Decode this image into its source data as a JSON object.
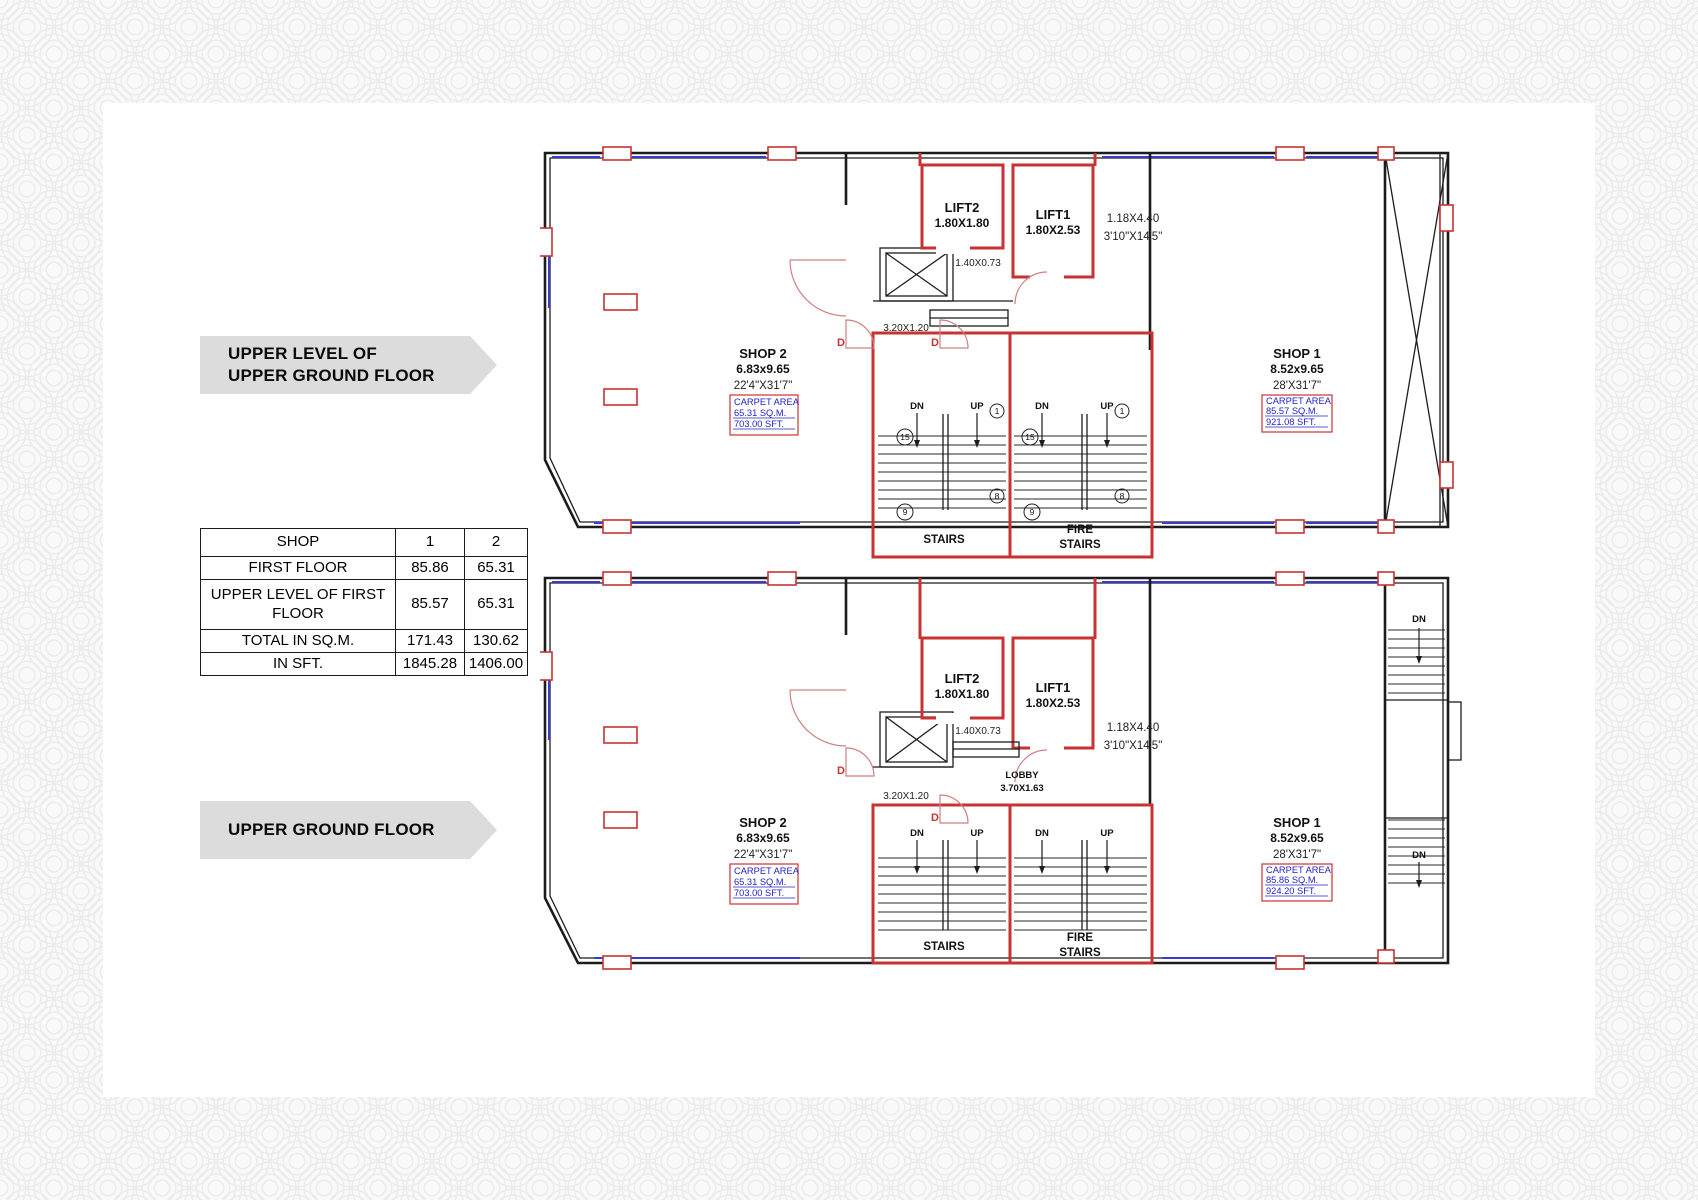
{
  "banners": {
    "upper_level": {
      "line1": "UPPER LEVEL OF",
      "line2": "UPPER GROUND FLOOR"
    },
    "upper_ground": {
      "line1": "UPPER GROUND FLOOR"
    }
  },
  "area_table": {
    "header": {
      "c0": "SHOP",
      "c1": "1",
      "c2": "2"
    },
    "rows": [
      {
        "c0": "FIRST FLOOR",
        "c1": "85.86",
        "c2": "65.31"
      },
      {
        "c0": "UPPER LEVEL OF FIRST FLOOR",
        "c1": "85.57",
        "c2": "65.31"
      },
      {
        "c0": "TOTAL IN SQ.M.",
        "c1": "171.43",
        "c2": "130.62"
      },
      {
        "c0": "IN SFT.",
        "c1": "1845.28",
        "c2": "1406.00"
      }
    ]
  },
  "plan_upper_level": {
    "lift2_name": "LIFT2",
    "lift2_size": "1.80X1.80",
    "lift1_name": "LIFT1",
    "lift1_size": "1.80X2.53",
    "duct_size": "1.40X0.73",
    "entry_size": "3.20X1.20",
    "passage_size_m": "1.18X4.40",
    "passage_size_ft": "3'10\"X14'5\"",
    "shop2_name": "SHOP 2",
    "shop2_size_m": "6.83x9.65",
    "shop2_size_ft": "22'4\"X31'7\"",
    "shop2_carpet_1": "CARPET AREA",
    "shop2_carpet_2": "65.31 SQ.M.",
    "shop2_carpet_3": "703.00 SFT.",
    "shop1_name": "SHOP 1",
    "shop1_size_m": "8.52x9.65",
    "shop1_size_ft": "28'X31'7\"",
    "shop1_carpet_1": "CARPET AREA",
    "shop1_carpet_2": "85.57 SQ.M.",
    "shop1_carpet_3": "921.08 SFT.",
    "dn": "DN",
    "up": "UP",
    "stairs": "STAIRS",
    "fire_line1": "FIRE",
    "fire_line2": "STAIRS",
    "door": "D",
    "num_15": "15",
    "num_1": "1",
    "num_9": "9",
    "num_8": "8"
  },
  "plan_upper_ground": {
    "lift2_name": "LIFT2",
    "lift2_size": "1.80X1.80",
    "lift1_name": "LIFT1",
    "lift1_size": "1.80X2.53",
    "duct_size": "1.40X0.73",
    "entry_size": "3.20X1.20",
    "lobby_name": "LOBBY",
    "lobby_size": "3.70X1.63",
    "passage_size_m": "1.18X4.40",
    "passage_size_ft": "3'10\"X14'5\"",
    "shop2_name": "SHOP 2",
    "shop2_size_m": "6.83x9.65",
    "shop2_size_ft": "22'4\"X31'7\"",
    "shop2_carpet_1": "CARPET AREA",
    "shop2_carpet_2": "65.31 SQ.M.",
    "shop2_carpet_3": "703.00 SFT.",
    "shop1_name": "SHOP 1",
    "shop1_size_m": "8.52x9.65",
    "shop1_size_ft": "28'X31'7\"",
    "shop1_carpet_1": "CARPET AREA",
    "shop1_carpet_2": "85.86 SQ.M.",
    "shop1_carpet_3": "924.20 SFT.",
    "dn": "DN",
    "up": "UP",
    "stairs": "STAIRS",
    "fire_line1": "FIRE",
    "fire_line2": "STAIRS",
    "door": "D"
  },
  "colors": {
    "wall_black": "#1c1c1c",
    "structure_red": "#c83232",
    "window_blue": "#3b3bd0",
    "carpet_text_blue": "#2323c8",
    "banner_gray": "#dcdcdc",
    "sheet_white": "#ffffff"
  }
}
